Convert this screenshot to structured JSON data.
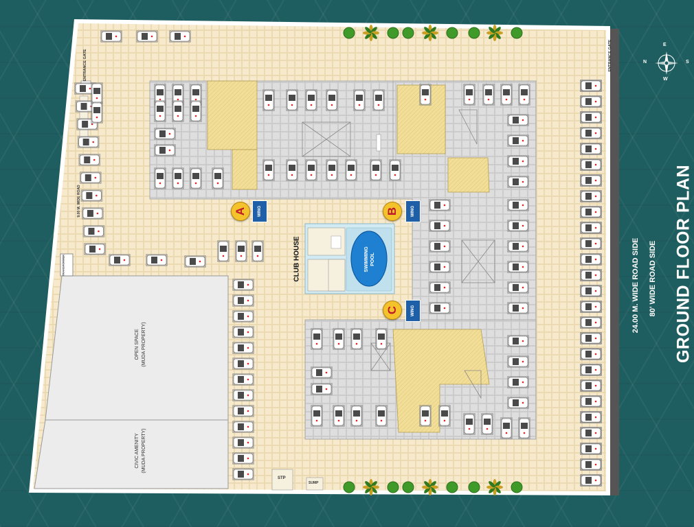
{
  "title": "GROUND FLOOR PLAN",
  "road_80ft": "80' WIDE ROAD SIDE",
  "road_24m": "24.00 M. WIDE ROAD SIDE",
  "road_9m": "9.00 M. WIDE ROAD",
  "entrance_gate": "ENTRANCE GATE",
  "club_house": "CLUB HOUSE",
  "swimming_pool": "SWIMMING POOL",
  "open_space": "OPEN SPACE\n(MUDA PROPERTY)",
  "civic_amenity": "CIVIC AMENITY\n(MUDA PROPERTY)",
  "stp": "STP",
  "sump": "SUMP",
  "transformer": "TRANSFORMER",
  "wing_word": "WING",
  "wings": [
    {
      "letter": "A"
    },
    {
      "letter": "B"
    },
    {
      "letter": "C"
    }
  ],
  "compass": {
    "n": "N",
    "e": "E",
    "s": "S",
    "w": "W"
  },
  "colors": {
    "background": "#1f5e60",
    "site": "#f3e4c3",
    "building": "#d9d9d9",
    "core": "#f1de98",
    "pool": "#1f7fd0",
    "wing_badge": "#f4c22b",
    "wing_letter": "#c0192b",
    "wing_tag": "#1f5fa8",
    "muda": "#ececec"
  }
}
